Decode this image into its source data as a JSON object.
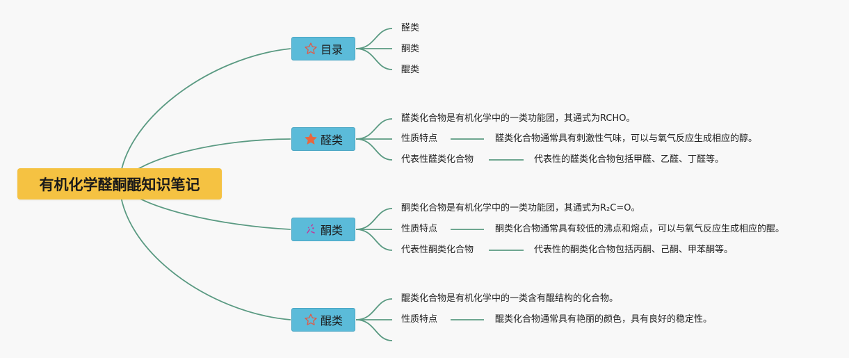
{
  "root": {
    "title": "有机化学醛酮醌知识笔记"
  },
  "branches": [
    {
      "label": "目录",
      "icon": "star-outline-icon",
      "children": [
        {
          "text": "醛类"
        },
        {
          "text": "酮类"
        },
        {
          "text": "醌类"
        }
      ]
    },
    {
      "label": "醛类",
      "icon": "star-filled-icon",
      "children": [
        {
          "text": "醛类化合物是有机化学中的一类功能团，其通式为RCHO。"
        },
        {
          "text": "性质特点",
          "detail": "醛类化合物通常具有刺激性气味，可以与氧气反应生成相应的醇。"
        },
        {
          "text": "代表性醛类化合物",
          "detail": "代表性的醛类化合物包括甲醛、乙醛、丁醛等。"
        }
      ]
    },
    {
      "label": "酮类",
      "icon": "sparkle-icon",
      "children": [
        {
          "text": "酮类化合物是有机化学中的一类功能团，其通式为R₂C=O。"
        },
        {
          "text": "性质特点",
          "detail": "酮类化合物通常具有较低的沸点和熔点，可以与氧气反应生成相应的醌。"
        },
        {
          "text": "代表性酮类化合物",
          "detail": "代表性的酮类化合物包括丙酮、己酮、甲苯酮等。"
        }
      ]
    },
    {
      "label": "醌类",
      "icon": "star-outline-icon",
      "children": [
        {
          "text": "醌类化合物是有机化学中的一类含有醌结构的化合物。"
        },
        {
          "text": "性质特点",
          "detail": "醌类化合物通常具有艳丽的颜色，具有良好的稳定性。"
        },
        {
          "text": ""
        }
      ]
    }
  ],
  "colors": {
    "connector": "#5a9a82",
    "root_fill": "#f5c242",
    "branch_fill": "#5bbbd9",
    "star_outline": "#e05a47",
    "star_filled": "#e8673e",
    "sparkle": "#c2379a"
  }
}
